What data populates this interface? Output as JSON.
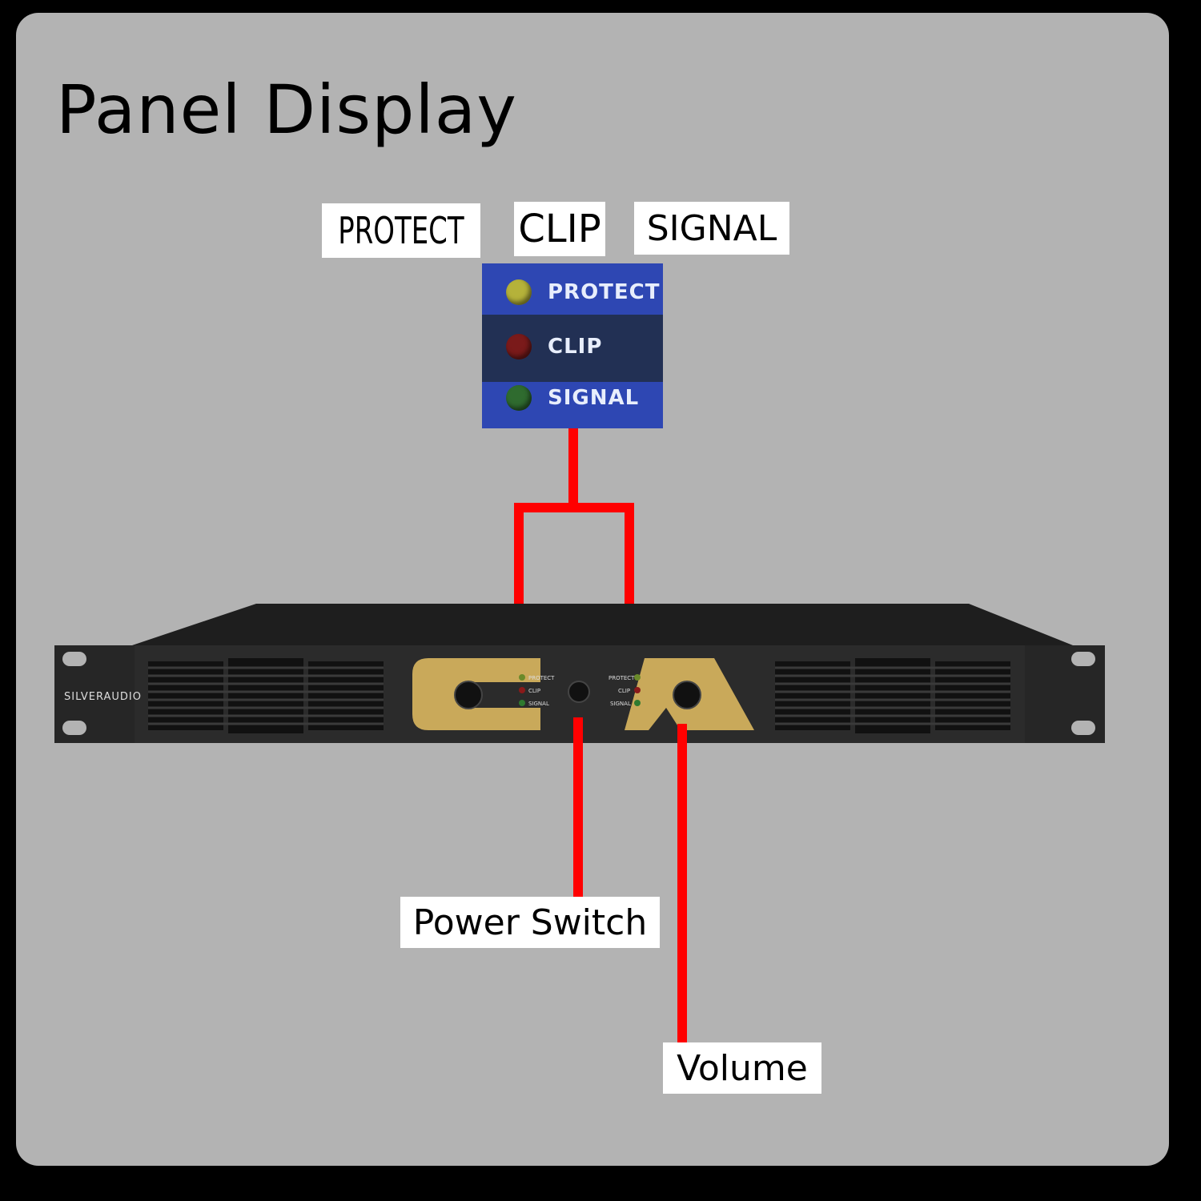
{
  "title": "Panel Display",
  "labels": {
    "protect": "PROTECT",
    "clip": "CLIP",
    "signal": "SIGNAL",
    "power_switch": "Power Switch",
    "volume": "Volume"
  },
  "led_panel": {
    "rows": [
      {
        "label": "PROTECT",
        "led_color": "#b5b23a"
      },
      {
        "label": "CLIP",
        "led_color": "#7a1a1a"
      },
      {
        "label": "SIGNAL",
        "led_color": "#2f6b2f"
      }
    ]
  },
  "amplifier": {
    "brand": "SILVERAUDIO",
    "logo": "CA",
    "indicator_labels": [
      "PROTECT",
      "CLIP",
      "SIGNAL"
    ],
    "colors": {
      "chassis": "#2b2b2b",
      "logo_gold": "#c9a95a",
      "callout_line": "#ff0000"
    }
  }
}
